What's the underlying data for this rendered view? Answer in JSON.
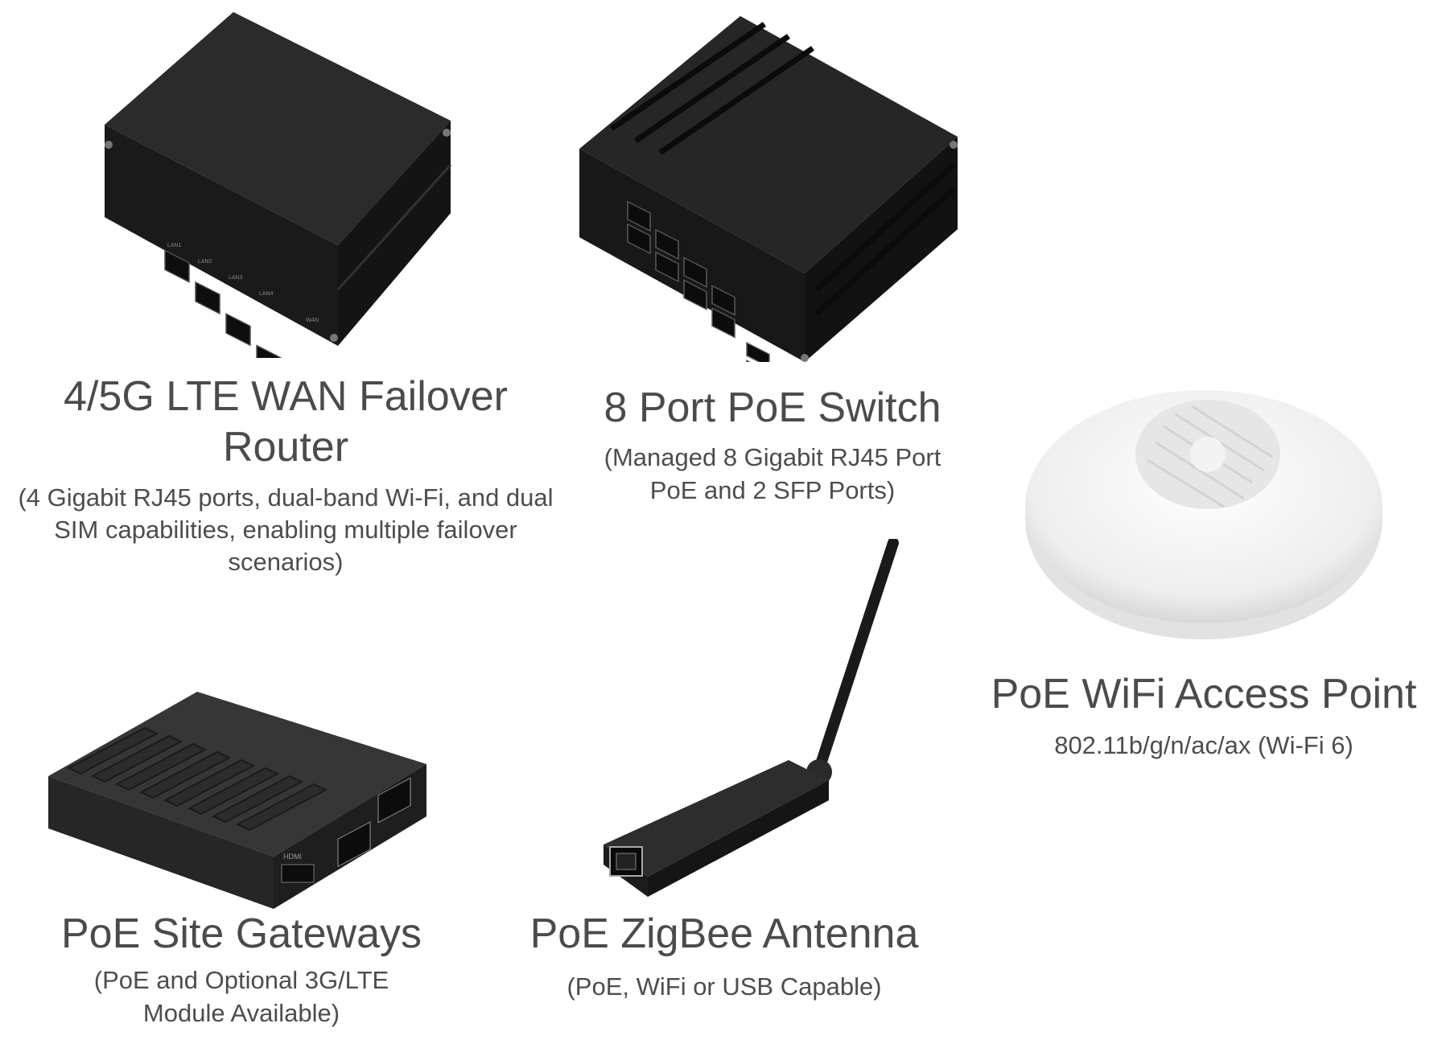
{
  "products": [
    {
      "title": "4/5G LTE WAN Failover Router",
      "description": "(4 Gigabit RJ45 ports, dual-band Wi-Fi, and dual SIM capabilities, enabling multiple failover scenarios)",
      "image_icon": "router-icon",
      "device_labels": [
        "LAN1",
        "LAN2",
        "LAN3",
        "LAN4",
        "WAN"
      ]
    },
    {
      "title": "8 Port PoE Switch",
      "description": "(Managed 8 Gigabit RJ45 Port PoE and 2 SFP Ports)",
      "image_icon": "network-switch-icon"
    },
    {
      "title": "PoE WiFi Access Point",
      "description": "802.11b/g/n/ac/ax (Wi-Fi 6)",
      "image_icon": "access-point-icon"
    },
    {
      "title": "PoE Site Gateways",
      "description": "(PoE and Optional 3G/LTE Module Available)",
      "image_icon": "gateway-icon",
      "device_labels": [
        "HDMI"
      ]
    },
    {
      "title": "PoE ZigBee Antenna",
      "description": "(PoE, WiFi or USB Capable)",
      "image_icon": "zigbee-antenna-icon"
    }
  ],
  "colors": {
    "text": "#4b4b4b",
    "device_dark": "#1f1f1f",
    "device_white": "#f2f2f2"
  }
}
